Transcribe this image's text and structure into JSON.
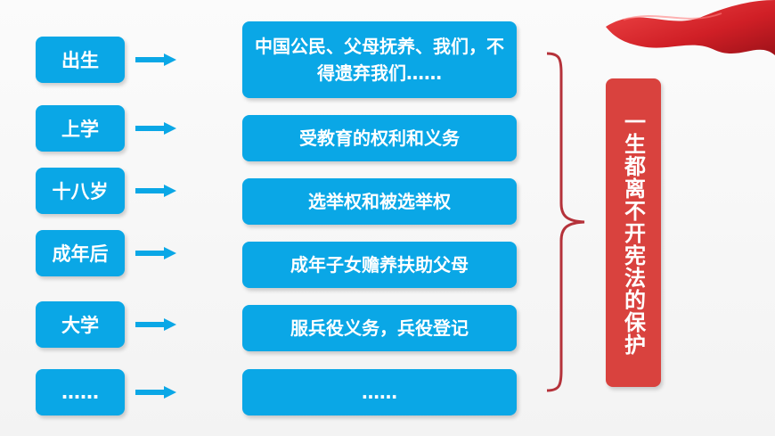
{
  "diagram": {
    "life_stages": [
      {
        "stage": "出生",
        "right": "中国公民、父母抚养、我们，不得遗弃我们……"
      },
      {
        "stage": "上学",
        "right": "受教育的权利和义务"
      },
      {
        "stage": "十八岁",
        "right": "选举权和被选举权"
      },
      {
        "stage": "成年后",
        "right": "成年子女赡养扶助父母"
      },
      {
        "stage": "大学",
        "right": "服兵役义务，兵役登记"
      },
      {
        "stage": "……",
        "right": "……"
      }
    ],
    "summary": "一生都离不开宪法的保护"
  },
  "colors": {
    "box_blue": "#0aa7e6",
    "summary_red": "#d9423e",
    "brace_red": "#b5323a"
  }
}
